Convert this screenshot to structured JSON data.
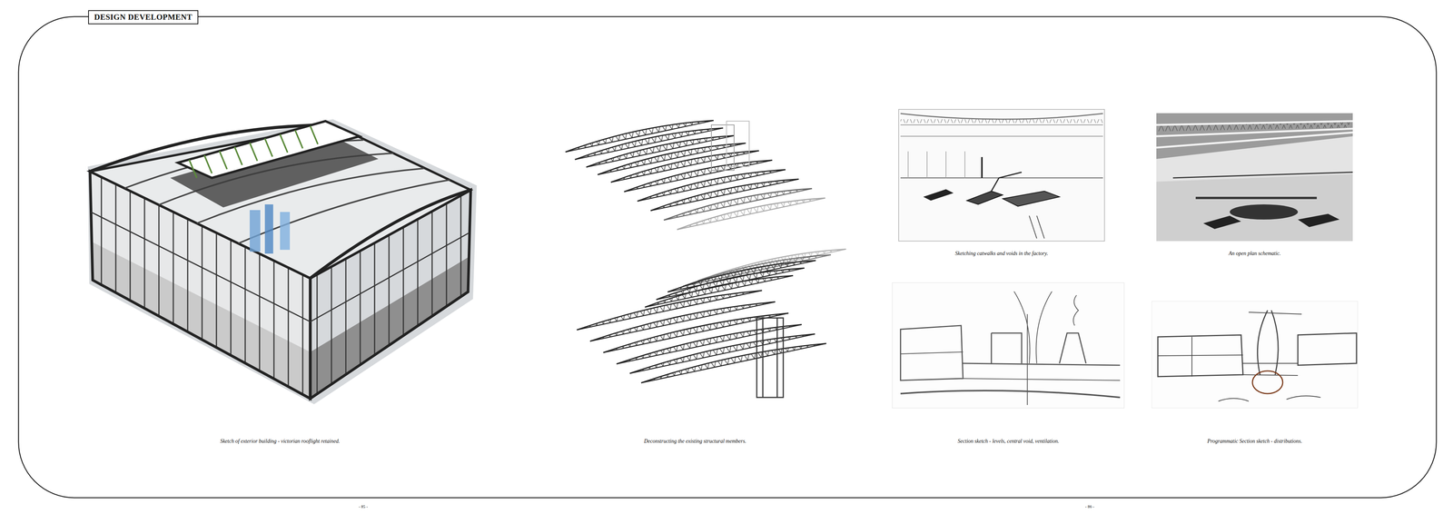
{
  "diagram": {
    "title": "DESIGN DEVELOPMENT",
    "labels": [
      "Sketch of exterior building - victorian rooflight retained.",
      "Deconstructing the existing structural members.",
      "Sketching catwalks and voids in the factory.",
      "An open plan schematic.",
      "Section sketch - levels, central void, ventilation.",
      "Programmatic Section sketch - distributions.",
      "- 85 -",
      "- 86 -"
    ]
  }
}
